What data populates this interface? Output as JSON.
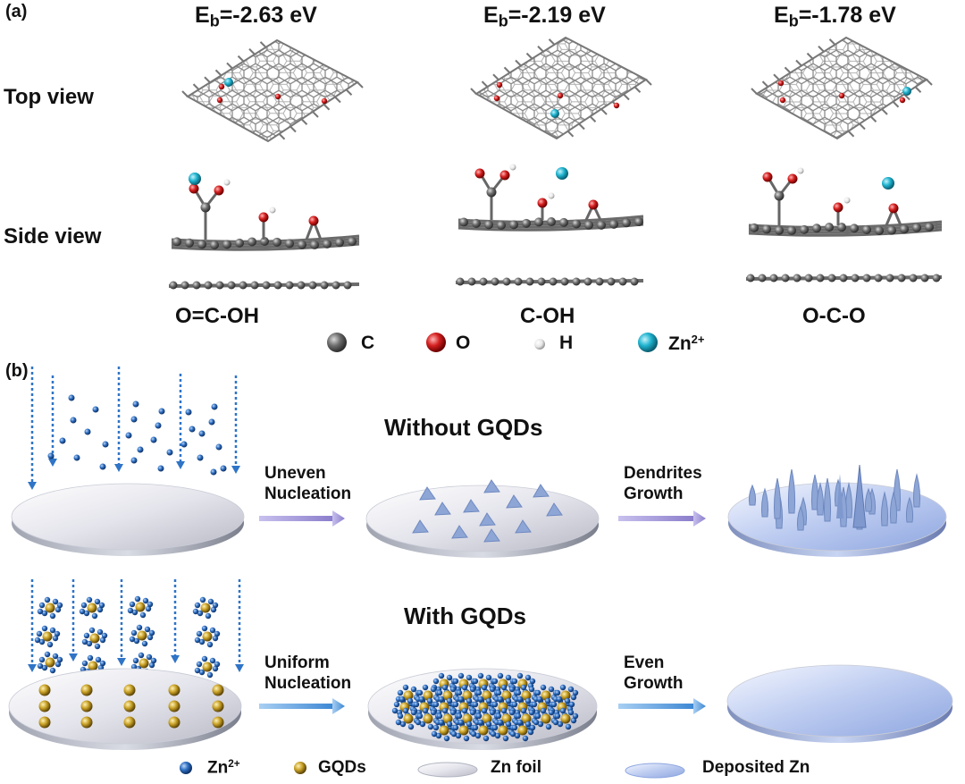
{
  "panel_a": {
    "label": "(a)",
    "structures": [
      {
        "eb_prefix": "E",
        "eb_sub": "b",
        "eb_value": "=-2.63 eV",
        "group": "O=C-OH"
      },
      {
        "eb_prefix": "E",
        "eb_sub": "b",
        "eb_value": "=-2.19 eV",
        "group": "C-OH"
      },
      {
        "eb_prefix": "E",
        "eb_sub": "b",
        "eb_value": "=-1.78 eV",
        "group": "O-C-O"
      }
    ],
    "row_labels": {
      "top": "Top view",
      "side": "Side view"
    },
    "legend": [
      {
        "label": "C",
        "color": "#6e6e6e"
      },
      {
        "label": "O",
        "color": "#d41f1f"
      },
      {
        "label": "H",
        "color": "#e6e6e6"
      },
      {
        "label": "Zn",
        "sup": "2+",
        "color": "#1fb3cf"
      }
    ]
  },
  "panel_b": {
    "label": "(b)",
    "without": {
      "title": "Without GQDs",
      "step1": [
        "Uneven",
        "Nucleation"
      ],
      "step2": [
        "Dendrites",
        "Growth"
      ]
    },
    "with": {
      "title": "With GQDs",
      "step1": [
        "Uniform",
        "Nucleation"
      ],
      "step2": [
        "Even",
        "Growth"
      ]
    },
    "legend": {
      "zn_ion": "Zn",
      "zn_ion_sup": "2+",
      "gqds": "GQDs",
      "zn_foil": "Zn foil",
      "deposited": "Deposited Zn"
    }
  },
  "colors": {
    "carbon": "#6e6e6e",
    "oxygen": "#d41f1f",
    "hydrogen": "#e6e6e6",
    "zn_cyan": "#1fb3cf",
    "zn_blue": "#2e6fc2",
    "gqd_gold": "#c9a227",
    "arrow_purple": "#9d8fd4",
    "arrow_blue": "#4a93d8",
    "deposited_blue": "#a9bde9",
    "dendrite": "#8ea6d6"
  }
}
